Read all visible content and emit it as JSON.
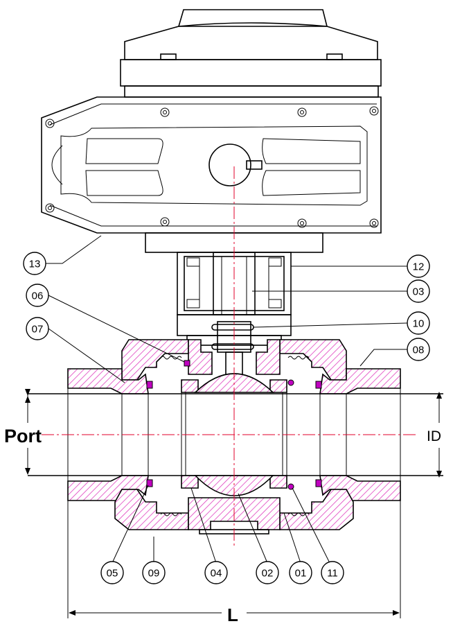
{
  "labels": {
    "port": "Port",
    "id": "ID",
    "length": "L"
  },
  "callouts": {
    "c13": "13",
    "c12": "12",
    "c03": "03",
    "c06": "06",
    "c10": "10",
    "c07": "07",
    "c08": "08",
    "c05": "05",
    "c09": "09",
    "c04": "04",
    "c02": "02",
    "c01": "01",
    "c11": "11"
  },
  "colors": {
    "hatch": "#e040c0",
    "seal": "#c000c0",
    "centerline": "#e0002a"
  }
}
